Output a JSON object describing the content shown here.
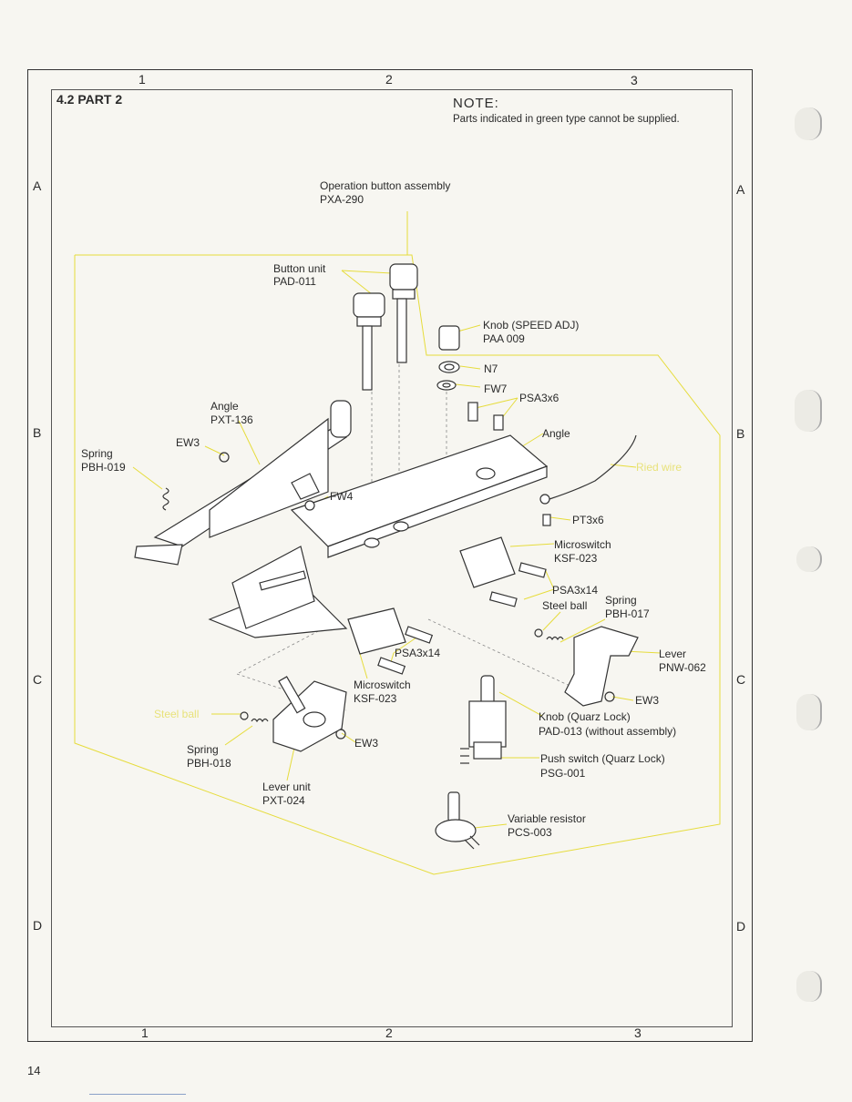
{
  "grid": {
    "columns": [
      "1",
      "2",
      "3"
    ],
    "rows": [
      "A",
      "B",
      "C",
      "D"
    ]
  },
  "section_title": "4.2 PART 2",
  "note": {
    "heading": "NOTE:",
    "text": "Parts indicated in green type cannot be supplied."
  },
  "labels": {
    "op_button_assembly": "Operation button assembly",
    "op_button_assembly_code": "PXA-290",
    "button_unit": "Button unit",
    "button_unit_code": "PAD-011",
    "knob_speed_adj": "Knob (SPEED ADJ)",
    "knob_speed_adj_code": "PAA 009",
    "n7": "N7",
    "fw7": "FW7",
    "psa3x6": "PSA3x6",
    "angle_right": "Angle",
    "ried_wire": "Ried wire",
    "angle_left": "Angle",
    "angle_left_code": "PXT-136",
    "ew3_top": "EW3",
    "spring_left": "Spring",
    "spring_left_code": "PBH-019",
    "fw4": "FW4",
    "pt3x6": "PT3x6",
    "microswitch_right": "Microswitch",
    "microswitch_right_code": "KSF-023",
    "psa3x14_right": "PSA3x14",
    "steel_ball_right": "Steel ball",
    "spring_right": "Spring",
    "spring_right_code": "PBH-017",
    "lever": "Lever",
    "lever_code": "PNW-062",
    "psa3x14_center": "PSA3x14",
    "microswitch_center": "Microswitch",
    "microswitch_center_code": "KSF-023",
    "ew3_right": "EW3",
    "steel_ball_left": "Steel ball",
    "knob_quarz": "Knob (Quarz Lock)",
    "knob_quarz_code": "PAD-013 (without assembly)",
    "ew3_bottom": "EW3",
    "spring_bottom": "Spring",
    "spring_bottom_code": "PBH-018",
    "push_switch": "Push switch (Quarz Lock)",
    "push_switch_code": "PSG-001",
    "lever_unit": "Lever unit",
    "lever_unit_code": "PXT-024",
    "variable_resistor": "Variable resistor",
    "variable_resistor_code": "PCS-003"
  },
  "page_number": "14",
  "colors": {
    "unsupplied_label": "#e8e27a",
    "leader_line": "#e6dc3c",
    "ink": "#2a2a2a"
  }
}
